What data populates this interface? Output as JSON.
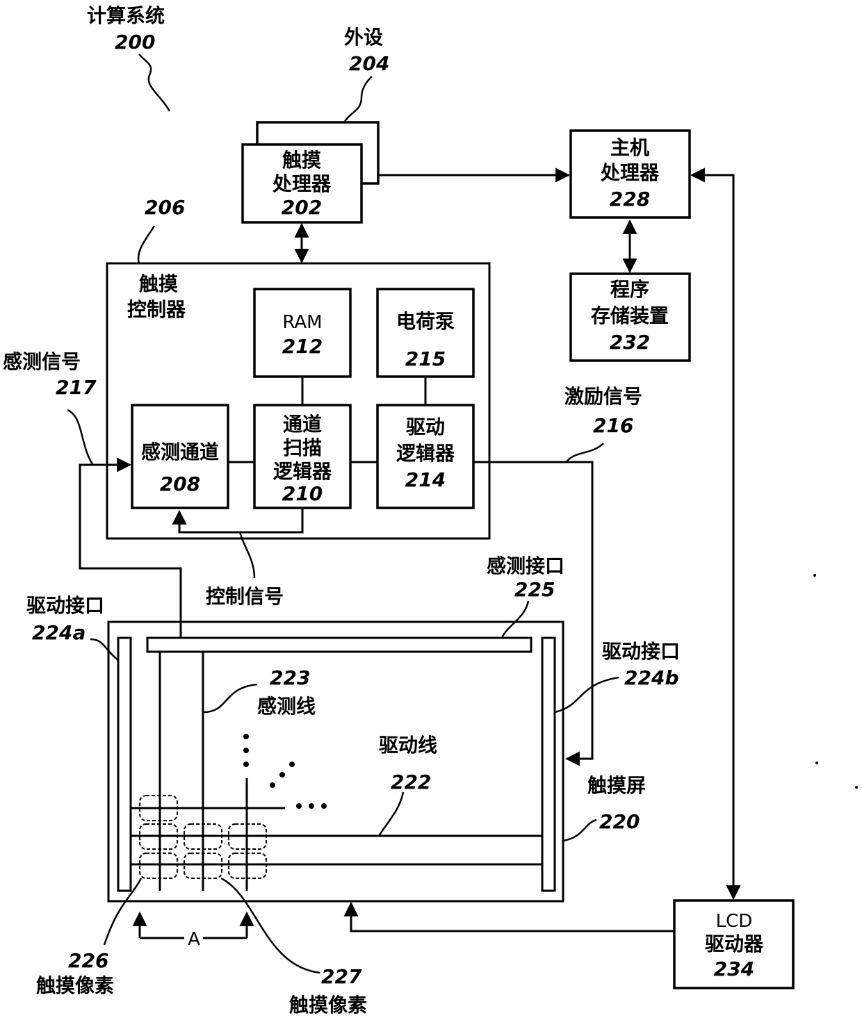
{
  "labels": {
    "computing_system": "计算系统",
    "computing_system_num": "200",
    "peripheral": "外设",
    "peripheral_num": "204",
    "touch_processor_l1": "触摸",
    "touch_processor_l2": "处理器",
    "touch_processor_num": "202",
    "host_processor_l1": "主机",
    "host_processor_l2": "处理器",
    "host_processor_num": "228",
    "touch_controller_num": "206",
    "touch_controller_l1": "触摸",
    "touch_controller_l2": "控制器",
    "ram": "RAM",
    "ram_num": "212",
    "charge_pump": "电荷泵",
    "charge_pump_num": "215",
    "program_storage_l1": "程序",
    "program_storage_l2": "存储装置",
    "program_storage_num": "232",
    "sense_signal": "感测信号",
    "sense_signal_num": "217",
    "sense_channel": "感测通道",
    "sense_channel_num": "208",
    "channel_scan_l1": "通道",
    "channel_scan_l2": "扫描",
    "channel_scan_l3": "逻辑器",
    "channel_scan_num": "210",
    "drive_logic_l1": "驱动",
    "drive_logic_l2": "逻辑器",
    "drive_logic_num": "214",
    "stim_signal": "激励信号",
    "stim_signal_num": "216",
    "control_signal": "控制信号",
    "sense_interface": "感测接口",
    "sense_interface_num": "225",
    "drive_interface_left": "驱动接口",
    "drive_interface_left_num": "224a",
    "drive_interface_right": "驱动接口",
    "drive_interface_right_num": "224b",
    "sense_line_num": "223",
    "sense_line": "感测线",
    "drive_line": "驱动线",
    "drive_line_num": "222",
    "touch_screen": "触摸屏",
    "touch_screen_num": "220",
    "lcd_l1": "LCD",
    "lcd_l2": "驱动器",
    "lcd_num": "234",
    "pixel_226_num": "226",
    "pixel_226": "触摸像素",
    "pixel_227_num": "227",
    "pixel_227": "触摸像素",
    "dim_a": "A"
  }
}
